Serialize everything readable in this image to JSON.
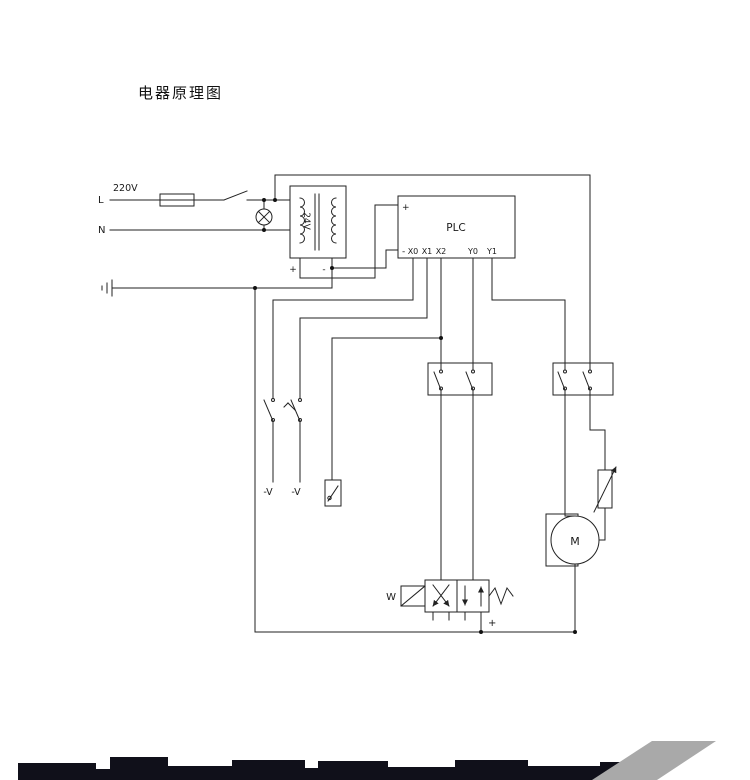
{
  "title": "电器原理图",
  "power": {
    "voltage": "220V",
    "line_label": "L",
    "neutral_label": "N"
  },
  "supply": {
    "label": "24V",
    "plus": "+",
    "minus": "-"
  },
  "plc": {
    "label": "PLC",
    "plus": "+",
    "minus": "-",
    "x0": "X0",
    "x1": "X1",
    "x2": "X2",
    "y0": "Y0",
    "y1": "Y1"
  },
  "field": {
    "sensor1": "-V",
    "sensor2": "-V",
    "valve_solenoid": "W",
    "valve_terminal": "+",
    "motor": "M"
  }
}
